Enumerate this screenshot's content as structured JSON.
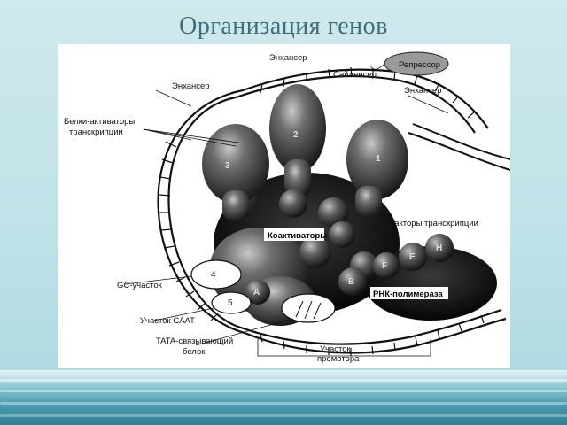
{
  "slide": {
    "title": "Организация генов"
  },
  "diagram": {
    "labels": {
      "enhancer_top": "Энхансер",
      "enhancer_left": "Энхансер",
      "enhancer_right": "Энхансер",
      "silencer": "Сайленсер",
      "repressor": "Репрессор",
      "activators_line1": "Белки-активаторы",
      "activators_line2": "транскрипции",
      "coactivators": "Коактиваторы",
      "tf": "Факторы транскрипции",
      "gc": "GC-участок",
      "caat": "Участок CAAT",
      "tata_line1": "TATA-связывающий",
      "tata_line2": "белок",
      "promoter_line1": "Участок",
      "promoter_line2": "промотора",
      "rna_pol": "РНК-полимераза"
    },
    "numbers": {
      "n1": "1",
      "n2": "2",
      "n3": "3",
      "n4": "4",
      "n5": "5",
      "nA": "A",
      "nB": "B",
      "nE": "E",
      "nF": "F",
      "nH": "H"
    }
  }
}
